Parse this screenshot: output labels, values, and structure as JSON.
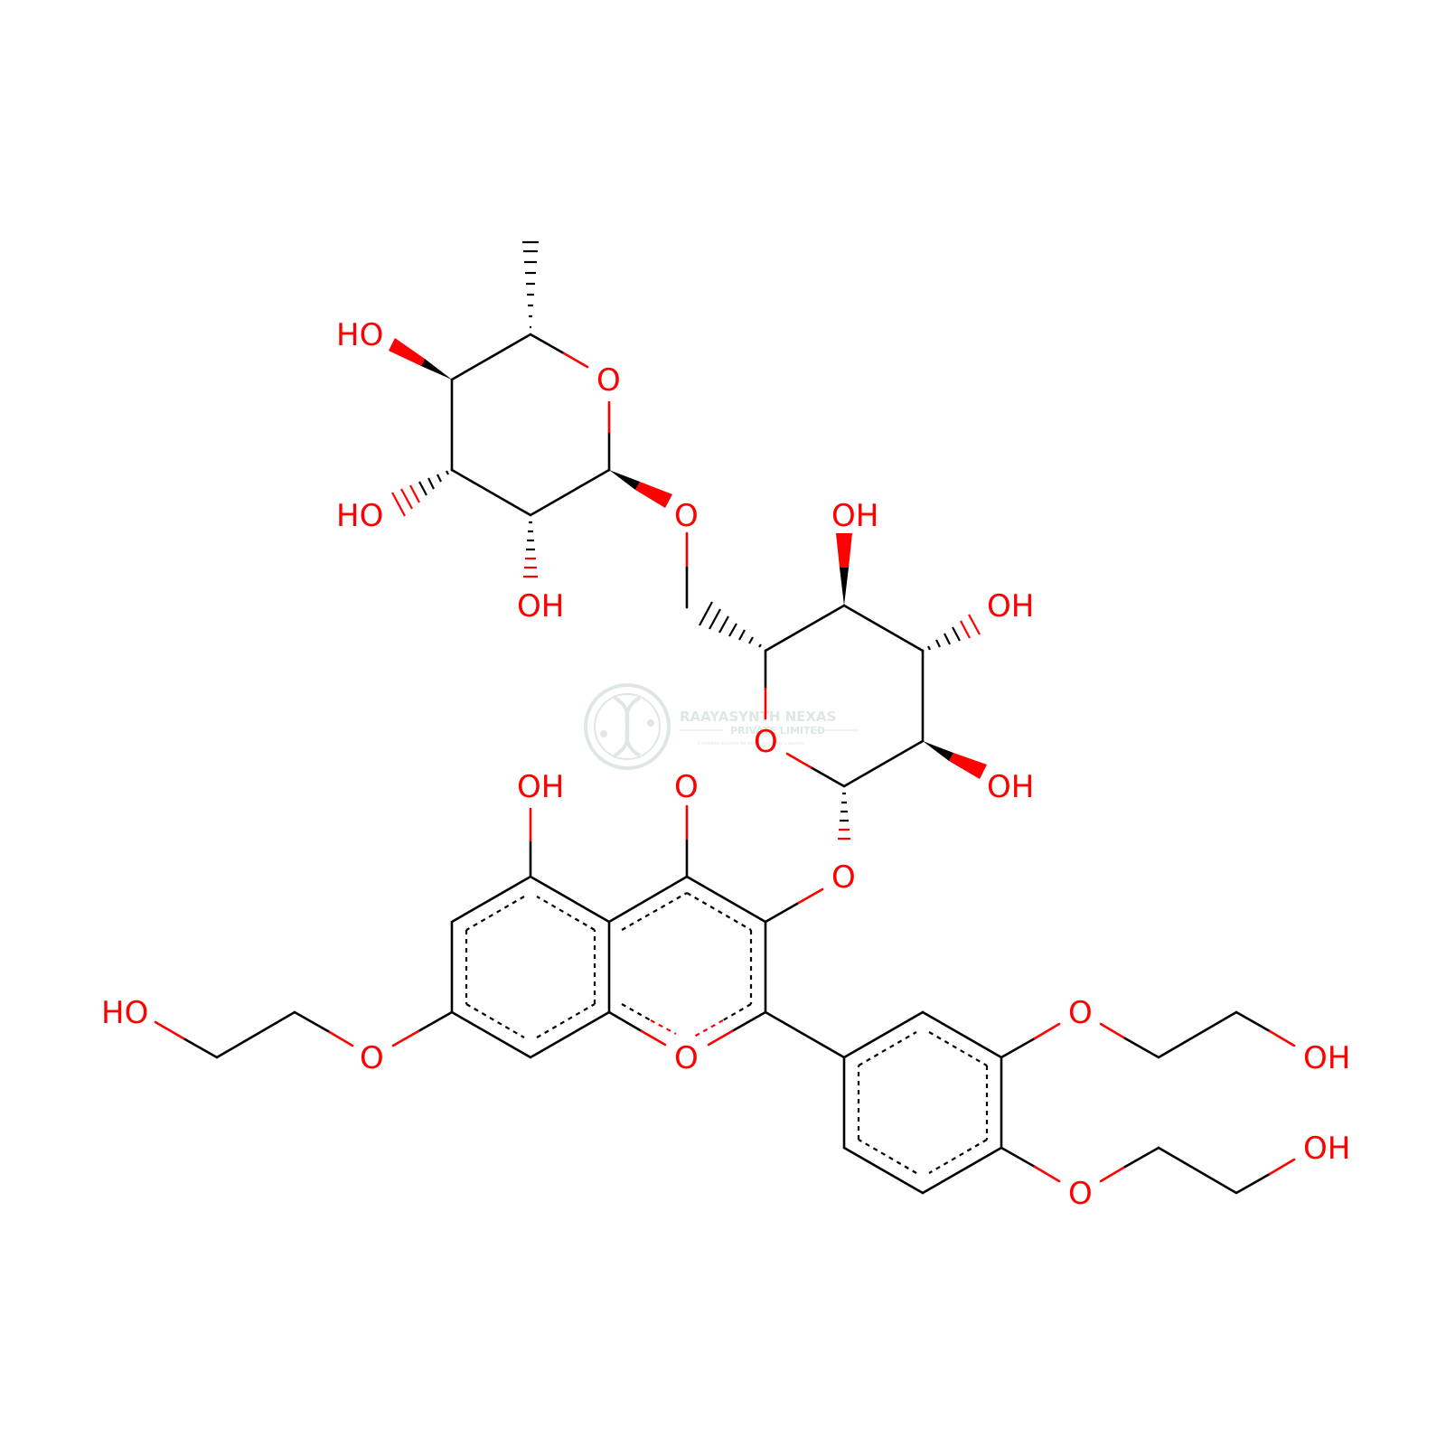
{
  "colors": {
    "background": "#ffffff",
    "bond": "#000000",
    "oxygen": "#ff0000",
    "watermark": "#c8d4cc"
  },
  "watermark": {
    "icon": "dna-helix-logo",
    "name": "RAAYASYNTH NEXAS",
    "subtitle": "PRIVATE LIMITED",
    "tagline": "Complete solution for every molecule's journey"
  },
  "atoms": [
    {
      "id": "oh_rha_c4",
      "label": "HO"
    },
    {
      "id": "oh_rha_c3",
      "label": "HO"
    },
    {
      "id": "oh_rha_c2",
      "label": "OH"
    },
    {
      "id": "o_rha_ring",
      "label": "O"
    },
    {
      "id": "o_glycosidic_link",
      "label": "O"
    },
    {
      "id": "oh_glc_c4",
      "label": "OH"
    },
    {
      "id": "oh_glc_c3",
      "label": "OH"
    },
    {
      "id": "oh_glc_c2",
      "label": "OH"
    },
    {
      "id": "o_glc_ring",
      "label": "O"
    },
    {
      "id": "o_glc_aglycone",
      "label": "O"
    },
    {
      "id": "oh_c5",
      "label": "OH"
    },
    {
      "id": "o_carbonyl",
      "label": "O"
    },
    {
      "id": "o_chromone_ring",
      "label": "O"
    },
    {
      "id": "o_ether_c7",
      "label": "O"
    },
    {
      "id": "oh_hydroxyethyl_c7",
      "label": "HO"
    },
    {
      "id": "o_ether_3p",
      "label": "O"
    },
    {
      "id": "oh_hydroxyethyl_3p",
      "label": "OH"
    },
    {
      "id": "o_ether_4p",
      "label": "O"
    },
    {
      "id": "oh_hydroxyethyl_4p",
      "label": "OH"
    }
  ]
}
